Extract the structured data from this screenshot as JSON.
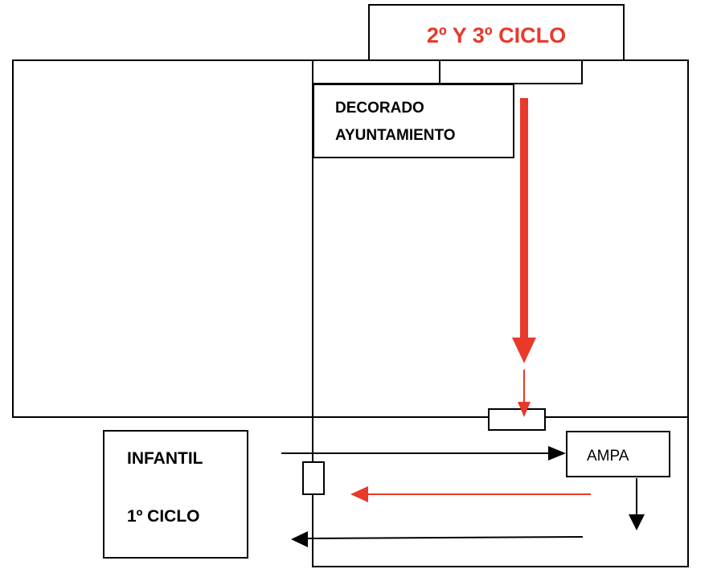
{
  "diagram": {
    "title_box": {
      "label": "2º Y 3º CICLO"
    },
    "decorado": {
      "line1": "DECORADO",
      "line2": "AYUNTAMIENTO"
    },
    "ampa": {
      "label": "AMPA"
    },
    "infantil_box": {
      "label1": "INFANTIL",
      "label2": "1º CICLO"
    },
    "colors": {
      "accent": "#e8392b",
      "line": "#000000"
    }
  }
}
